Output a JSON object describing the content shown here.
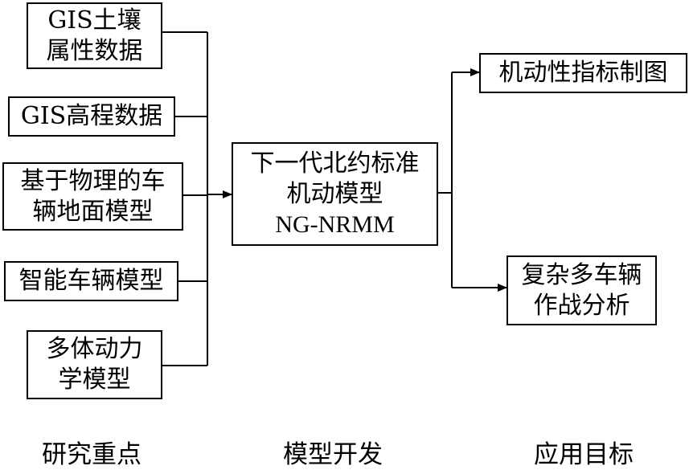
{
  "inputs": [
    {
      "lines": [
        "GIS土壤",
        "属性数据"
      ]
    },
    {
      "lines": [
        "GIS高程数据"
      ]
    },
    {
      "lines": [
        "基于物理的车",
        "辆地面模型"
      ]
    },
    {
      "lines": [
        "智能车辆模型"
      ]
    },
    {
      "lines": [
        "多体动力",
        "学模型"
      ]
    }
  ],
  "center": {
    "lines": [
      "下一代北约标准",
      "机动模型",
      "NG-NRMM"
    ]
  },
  "outputs": [
    {
      "lines": [
        "机动性指标制图"
      ]
    },
    {
      "lines": [
        "复杂多车辆",
        "作战分析"
      ]
    }
  ],
  "columns": {
    "left": "研究重点",
    "middle": "模型开发",
    "right": "应用目标"
  }
}
